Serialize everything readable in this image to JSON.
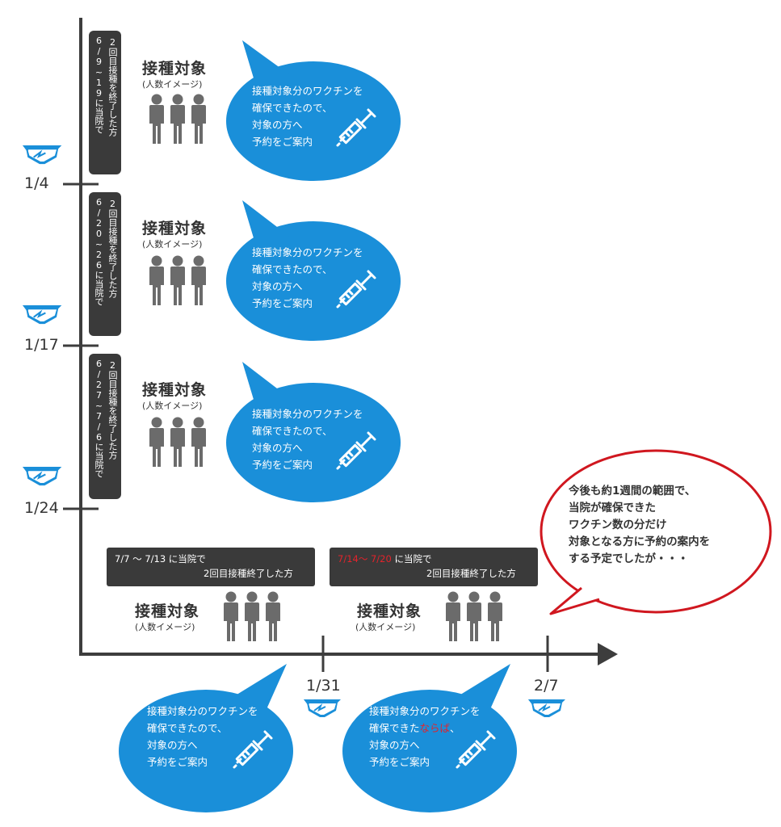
{
  "side_groups": [
    {
      "label_top": "6/9~19に当院で",
      "label_right": "2回目接種を終了した方",
      "title": "接種対象",
      "subtitle": "(人数イメージ)",
      "bubble_lines": [
        "接種対象分のワクチンを",
        "確保できたので、",
        "対象の方へ",
        "予約をご案内"
      ]
    },
    {
      "label_top": "6/20~26に当院で",
      "label_right": "2回目接種を終了した方",
      "title": "接種対象",
      "subtitle": "(人数イメージ)",
      "bubble_lines": [
        "接種対象分のワクチンを",
        "確保できたので、",
        "対象の方へ",
        "予約をご案内"
      ]
    },
    {
      "label_top": "6/27~7/6に当院で",
      "label_right": "2回目接種を終了した方",
      "title": "接種対象",
      "subtitle": "(人数イメージ)",
      "bubble_lines": [
        "接種対象分のワクチンを",
        "確保できたので、",
        "対象の方へ",
        "予約をご案内"
      ]
    }
  ],
  "dates": {
    "d1": "1/4",
    "d2": "1/17",
    "d3": "1/24",
    "d4": "1/31",
    "d5": "2/7"
  },
  "bottom_groups": [
    {
      "box_line1": "7/7 〜 7/13 に当院で",
      "box_line2": "2回目接種終了した方",
      "title": "接種対象",
      "subtitle": "(人数イメージ)",
      "bubble_lines": [
        "接種対象分のワクチンを",
        "確保できたので、",
        "対象の方へ",
        "予約をご案内"
      ]
    },
    {
      "box_line1_red": "7/14〜 7/20",
      "box_line1_rest": " に当院で",
      "box_line2": "2回目接種終了した方",
      "title": "接種対象",
      "subtitle": "(人数イメージ)",
      "bubble_line1": "接種対象分のワクチンを",
      "bubble_line2_a": "確保できた",
      "bubble_line2_red": "ならば",
      "bubble_line2_b": "、",
      "bubble_line3": "対象の方へ",
      "bubble_line4": "予約をご案内"
    }
  ],
  "note_lines": [
    "今後も約1週間の範囲で、",
    "当院が確保できた",
    "ワクチン数の分だけ",
    "対象となる方に予約の案内を",
    "する予定でしたが・・・"
  ],
  "colors": {
    "bubble_blue": "#1a8fd9",
    "dark_label": "#3a3a3a",
    "people_gray": "#6b6b6b",
    "axis": "#3d3d3d",
    "note_red": "#d0171f",
    "accent_red": "#e3232b"
  },
  "icons": [
    "calendar-mail-icon",
    "syringe-icon",
    "person-icon"
  ]
}
